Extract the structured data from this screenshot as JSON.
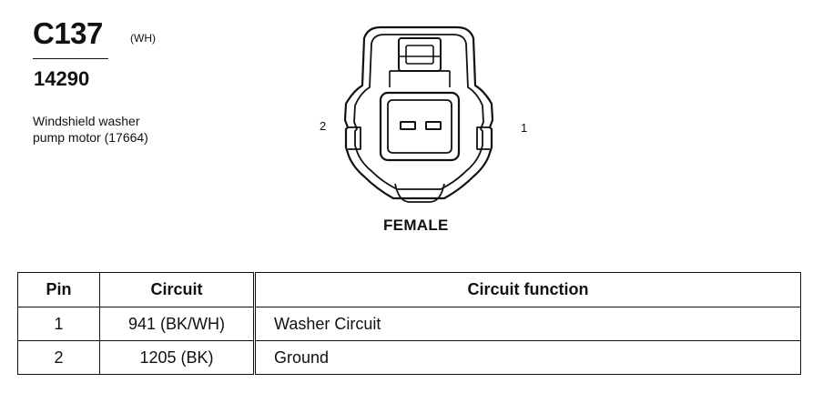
{
  "connector": {
    "id": "C137",
    "color_code": "(WH)",
    "part_number": "14290",
    "description_lines": [
      "Windshield washer",
      "pump motor (17664)"
    ],
    "pin_label_left": "2",
    "pin_label_right": "1",
    "gender": "FEMALE"
  },
  "table": {
    "headers": {
      "pin": "Pin",
      "circuit": "Circuit",
      "function": "Circuit function"
    },
    "rows": [
      {
        "pin": "1",
        "circuit": "941 (BK/WH)",
        "function": "Washer Circuit"
      },
      {
        "pin": "2",
        "circuit": "1205 (BK)",
        "function": "Ground"
      }
    ]
  }
}
